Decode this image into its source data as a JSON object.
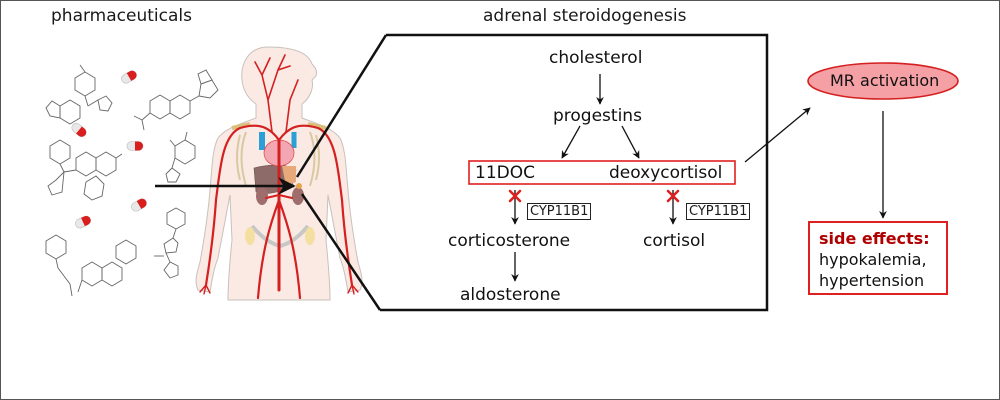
{
  "titles": {
    "left": "pharmaceuticals",
    "center": "adrenal steroidogenesis"
  },
  "pathway": {
    "nodes": {
      "cholesterol": "cholesterol",
      "progestins": "progestins",
      "doc": "11DOC",
      "deoxycortisol": "deoxycortisol",
      "corticosterone": "corticosterone",
      "cortisol": "cortisol",
      "aldosterone": "aldosterone"
    },
    "enzymes": [
      "CYP11B1",
      "CYP11B1"
    ],
    "inhibited_marker": "×"
  },
  "outcome": {
    "mr_activation": "MR activation",
    "side_effects_title": "side effects:",
    "side_effects": [
      "hypokalemia,",
      "hypertension"
    ]
  },
  "colors": {
    "highlight_red": "#e02020",
    "dark_red_text": "#b00000",
    "mr_fill": "#f5a0a5",
    "artery_red": "#d42020",
    "vein_blue": "#2a9fd8"
  }
}
